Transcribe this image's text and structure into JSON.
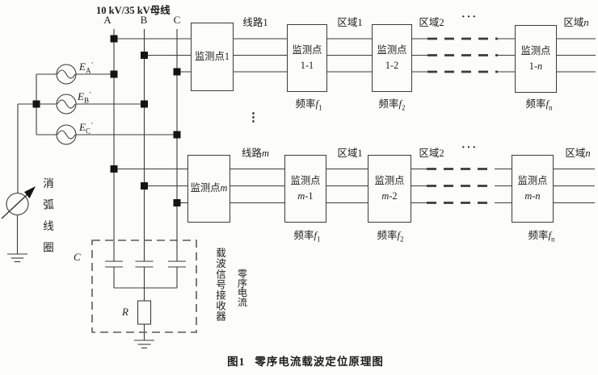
{
  "bus": {
    "title": "10 kV/35 kV母线",
    "phases": [
      "A",
      "B",
      "C"
    ]
  },
  "sources": {
    "ea": {
      "sym": "E",
      "sub": "A",
      "sup": "·"
    },
    "eb": {
      "sym": "E",
      "sub": "B",
      "sup": "·"
    },
    "ec": {
      "sym": "E",
      "sub": "C",
      "sup": "·"
    }
  },
  "coil": {
    "label": "消弧线圈"
  },
  "neutral": {
    "cap": "C",
    "res": "R",
    "receiver": "载波信号接收器",
    "zero_seq": "零序电流"
  },
  "row1": {
    "line": {
      "pre": "线路",
      "suf": "1"
    },
    "zone1": {
      "pre": "区域",
      "suf": "1"
    },
    "zone2": {
      "pre": "区域",
      "suf": "2"
    },
    "dots": "···",
    "zonen": {
      "pre": "区域",
      "suf": "n"
    },
    "b1": {
      "t": "监测点",
      "s": "1"
    },
    "b2": {
      "l1": "监测点",
      "l2": "1-1"
    },
    "b3": {
      "l1": "监测点",
      "l2": "1-2"
    },
    "b4": {
      "l1": "监测点",
      "l2a": "1-",
      "l2b": "n"
    },
    "f1": {
      "pre": "频率",
      "f": "f",
      "sub": "1"
    },
    "f2": {
      "pre": "频率",
      "f": "f",
      "sub": "2"
    },
    "fn": {
      "pre": "频率",
      "f": "f",
      "sub": "n"
    }
  },
  "row2": {
    "line": {
      "pre": "线路",
      "suf": "m"
    },
    "zone1": {
      "pre": "区域",
      "suf": "1"
    },
    "zone2": {
      "pre": "区域",
      "suf": "2"
    },
    "dots": "···",
    "zonen": {
      "pre": "区域",
      "suf": "n"
    },
    "b5": {
      "t": "监测点",
      "s": "m"
    },
    "b6": {
      "l1": "监测点",
      "l2a": "m",
      "l2b": "-1"
    },
    "b7": {
      "l1": "监测点",
      "l2a": "m",
      "l2b": "-2"
    },
    "b8": {
      "l1": "监测点",
      "l2a": "m",
      "l2mid": "-",
      "l2b": "n"
    },
    "f1": {
      "pre": "频率",
      "f": "f",
      "sub": "1"
    },
    "f2": {
      "pre": "频率",
      "f": "f",
      "sub": "2"
    },
    "fn": {
      "pre": "频率",
      "f": "f",
      "sub": "n"
    }
  },
  "ellipsis_v": "⋮",
  "caption": {
    "fig": "图1",
    "text": "零序电流载波定位原理图"
  }
}
